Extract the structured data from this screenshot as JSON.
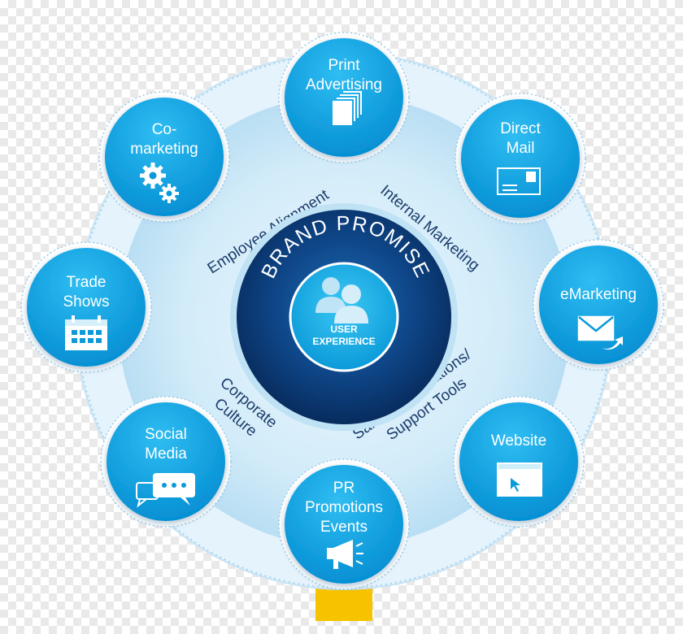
{
  "center": {
    "brand_promise": "BRAND PROMISE",
    "user_line1": "USER",
    "user_line2": "EXPERIENCE"
  },
  "ring_labels": {
    "employee_alignment": "Employee Alignment",
    "internal_marketing": "Internal Marketing",
    "corporate_line1": "Corporate",
    "corporate_line2": "Culture",
    "sales_line1": "Sales Presentations/",
    "sales_line2": "Support Tools"
  },
  "nodes": [
    {
      "key": "print",
      "lines": [
        "Print",
        "Advertising"
      ],
      "icon": "pages-icon"
    },
    {
      "key": "direct",
      "lines": [
        "Direct",
        "Mail"
      ],
      "icon": "envelope-stamp-icon"
    },
    {
      "key": "emarketing",
      "lines": [
        "eMarketing"
      ],
      "icon": "email-reply-icon"
    },
    {
      "key": "website",
      "lines": [
        "Website"
      ],
      "icon": "browser-window-icon"
    },
    {
      "key": "pr",
      "lines": [
        "PR",
        "Promotions",
        "Events"
      ],
      "icon": "megaphone-icon"
    },
    {
      "key": "social",
      "lines": [
        "Social",
        "Media"
      ],
      "icon": "chat-bubbles-icon"
    },
    {
      "key": "trade",
      "lines": [
        "Trade",
        "Shows"
      ],
      "icon": "calendar-icon"
    },
    {
      "key": "comarketing",
      "lines": [
        "Co-",
        "marketing"
      ],
      "icon": "gears-icon"
    }
  ],
  "colors": {
    "node_blue": "#0aa3e2",
    "ring_light": "#cfe9f7",
    "core_navy": "#0b2f66",
    "text_navy": "#1c3c6a",
    "stand_yellow": "#f7c300"
  }
}
